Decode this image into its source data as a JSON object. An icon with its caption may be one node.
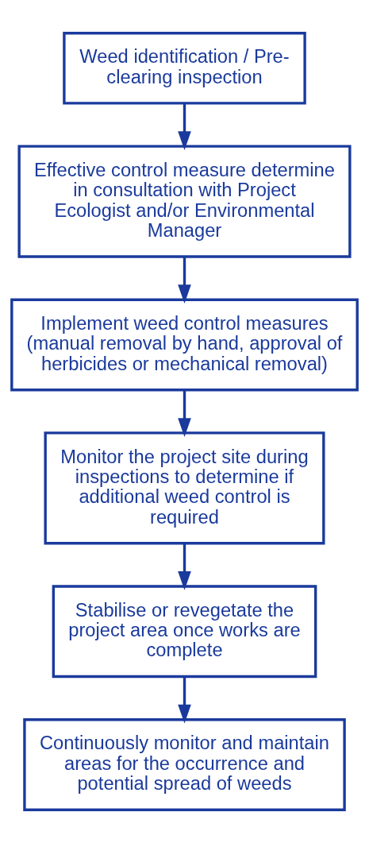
{
  "diagram": {
    "nodes": [
      {
        "text": [
          "Weed identification / Pre-clearing inspection"
        ]
      },
      {
        "text": [
          "Effective control measure determine in consultation with Project Ecologist and/or Environmental Manager"
        ]
      },
      {
        "text": [
          "Implement weed control measures (manual removal by hand, approval of herbicides or mechanical removal)"
        ]
      },
      {
        "text": [
          "Monitor the project site during inspections to determine if additional weed control is required"
        ]
      },
      {
        "text": [
          "Stabilise or revegetate the project area once works are complete"
        ]
      },
      {
        "text": [
          "Continuously monitor and maintain areas for the occurrence and potential spread of weeds"
        ]
      }
    ],
    "edges": [
      {
        "from": 0,
        "to": 1,
        "arrow": "to"
      },
      {
        "from": 1,
        "to": 2,
        "arrow": "to"
      },
      {
        "from": 2,
        "to": 3,
        "arrow": "to"
      },
      {
        "from": 3,
        "to": 4,
        "arrow": "to"
      },
      {
        "from": 4,
        "to": 5,
        "arrow": "to"
      }
    ]
  }
}
